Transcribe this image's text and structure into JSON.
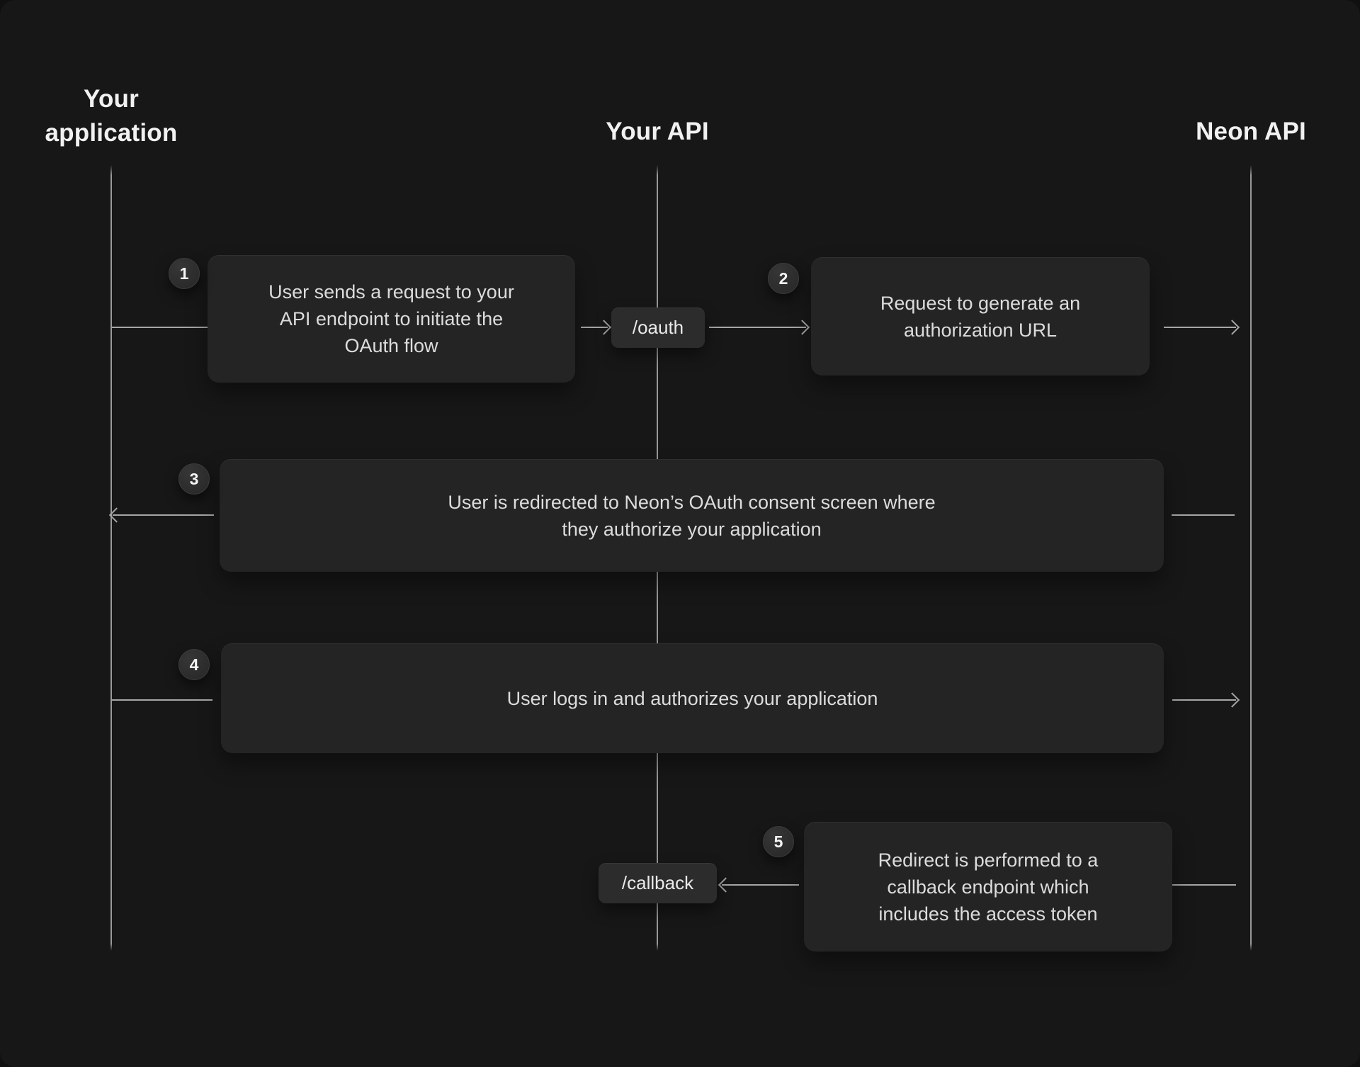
{
  "colors": {
    "background": "#171717",
    "panel": "#242424",
    "chip": "#2c2c2c",
    "line": "#a6a6a6",
    "lifeline": "#b0b0b0",
    "heading": "#f1f1f1",
    "body": "#dcdcdc",
    "number_bg": "#2f2f2f",
    "number_text": "#f5f5f5",
    "chip_text": "#eaeaea"
  },
  "diagram": {
    "actors": [
      {
        "label": "Your\napplication"
      },
      {
        "label": "Your API"
      },
      {
        "label": "Neon API"
      }
    ],
    "steps": [
      {
        "number": "1",
        "text": "User sends a request to your\nAPI endpoint to initiate the\nOAuth flow"
      },
      {
        "number": "2",
        "text": "Request to generate an\nauthorization URL"
      },
      {
        "number": "3",
        "text": "User is redirected to Neon’s OAuth consent screen where\nthey authorize your application"
      },
      {
        "number": "4",
        "text": "User logs in and authorizes your application"
      },
      {
        "number": "5",
        "text": "Redirect is performed to a\ncallback endpoint which\nincludes the access token"
      }
    ],
    "endpoints": [
      {
        "label": "/oauth"
      },
      {
        "label": "/callback"
      }
    ]
  }
}
